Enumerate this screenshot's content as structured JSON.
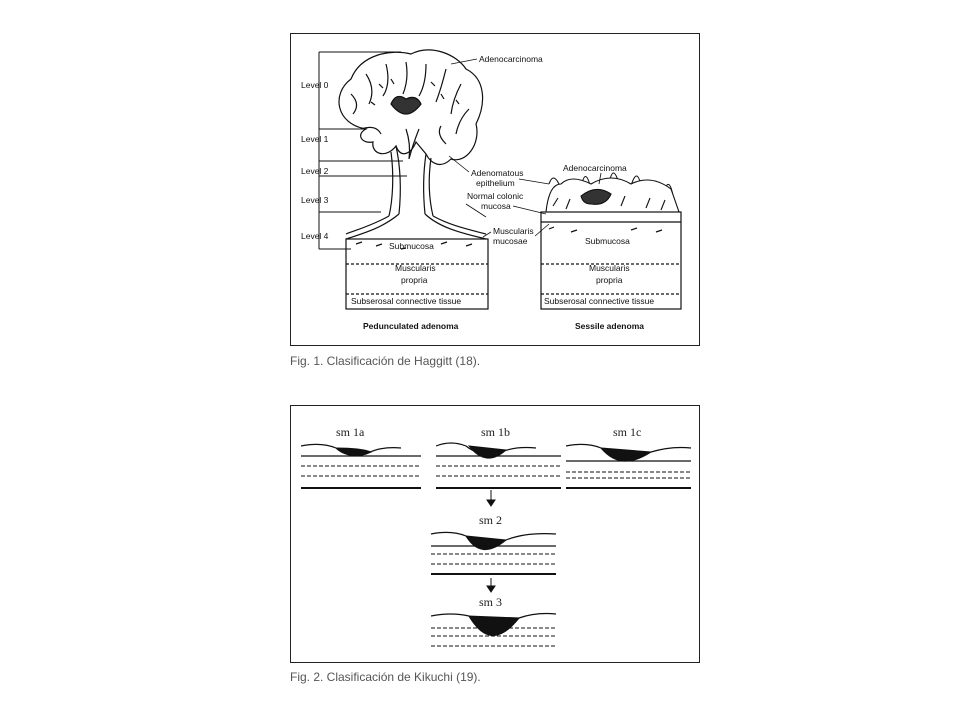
{
  "figure1": {
    "level_labels": [
      "Level 0",
      "Level 1",
      "Level 2",
      "Level 3",
      "Level 4"
    ],
    "labels": {
      "adenocarcinoma_left": "Adenocarcinoma",
      "adenocarcinoma_right": "Adenocarcinoma",
      "adenomatous": "Adenomatous",
      "epithelium": "epithelium",
      "normal_colonic": "Normal colonic",
      "mucosa": "mucosa",
      "muscularis_mucosae_1": "Muscularis",
      "muscularis_mucosae_2": "mucosae",
      "submucosa_left": "Submucosa",
      "submucosa_right": "Submucosa",
      "muscularis_left": "Muscularis",
      "propria_left": "propria",
      "muscularis_right": "Muscularis",
      "propria_right": "propria",
      "subserosal_left": "Subserosal connective tissue",
      "subserosal_right": "Subserosal connective tissue",
      "pedunculated": "Pedunculated adenoma",
      "sessile": "Sessile adenoma"
    },
    "caption": "Fig. 1. Clasificación de Haggitt (18)."
  },
  "figure2": {
    "labels": {
      "sm1a": "sm 1a",
      "sm1b": "sm 1b",
      "sm1c": "sm 1c",
      "sm2": "sm 2",
      "sm3": "sm 3"
    },
    "caption": "Fig. 2. Clasificación de Kikuchi (19)."
  },
  "colors": {
    "ink": "#111111",
    "caption": "#555555",
    "border": "#222222"
  }
}
